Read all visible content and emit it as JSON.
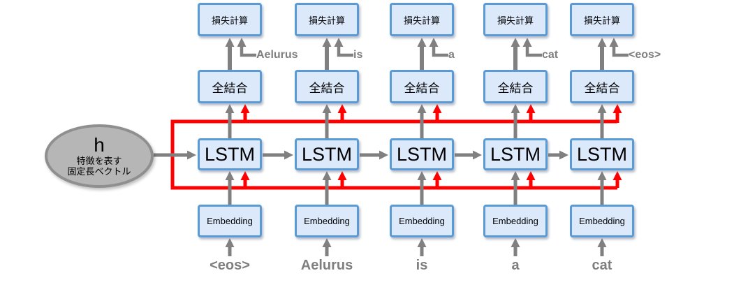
{
  "diagram": {
    "feature_vector": {
      "symbol": "h",
      "caption": [
        "特徴を表す",
        "固定長ベクトル"
      ]
    },
    "box_labels": {
      "loss": "損失計算",
      "fully_connected": "全結合",
      "lstm": "LSTM",
      "embedding": "Embedding"
    },
    "columns": [
      {
        "input_word": "<eos>",
        "target_word": "Aelurus"
      },
      {
        "input_word": "Aelurus",
        "target_word": "is"
      },
      {
        "input_word": "is",
        "target_word": "a"
      },
      {
        "input_word": "a",
        "target_word": "cat"
      },
      {
        "input_word": "cat",
        "target_word": "<eos>"
      }
    ],
    "colors": {
      "box_fill": "#dbe9fb",
      "box_border": "#5b9bd5",
      "arrow_gray": "#808080",
      "feed_red": "#ff0000",
      "word_gray": "#7f7f7f",
      "ellipse_fill": "#b6b6b6",
      "ellipse_border": "#8f8f8f"
    }
  }
}
